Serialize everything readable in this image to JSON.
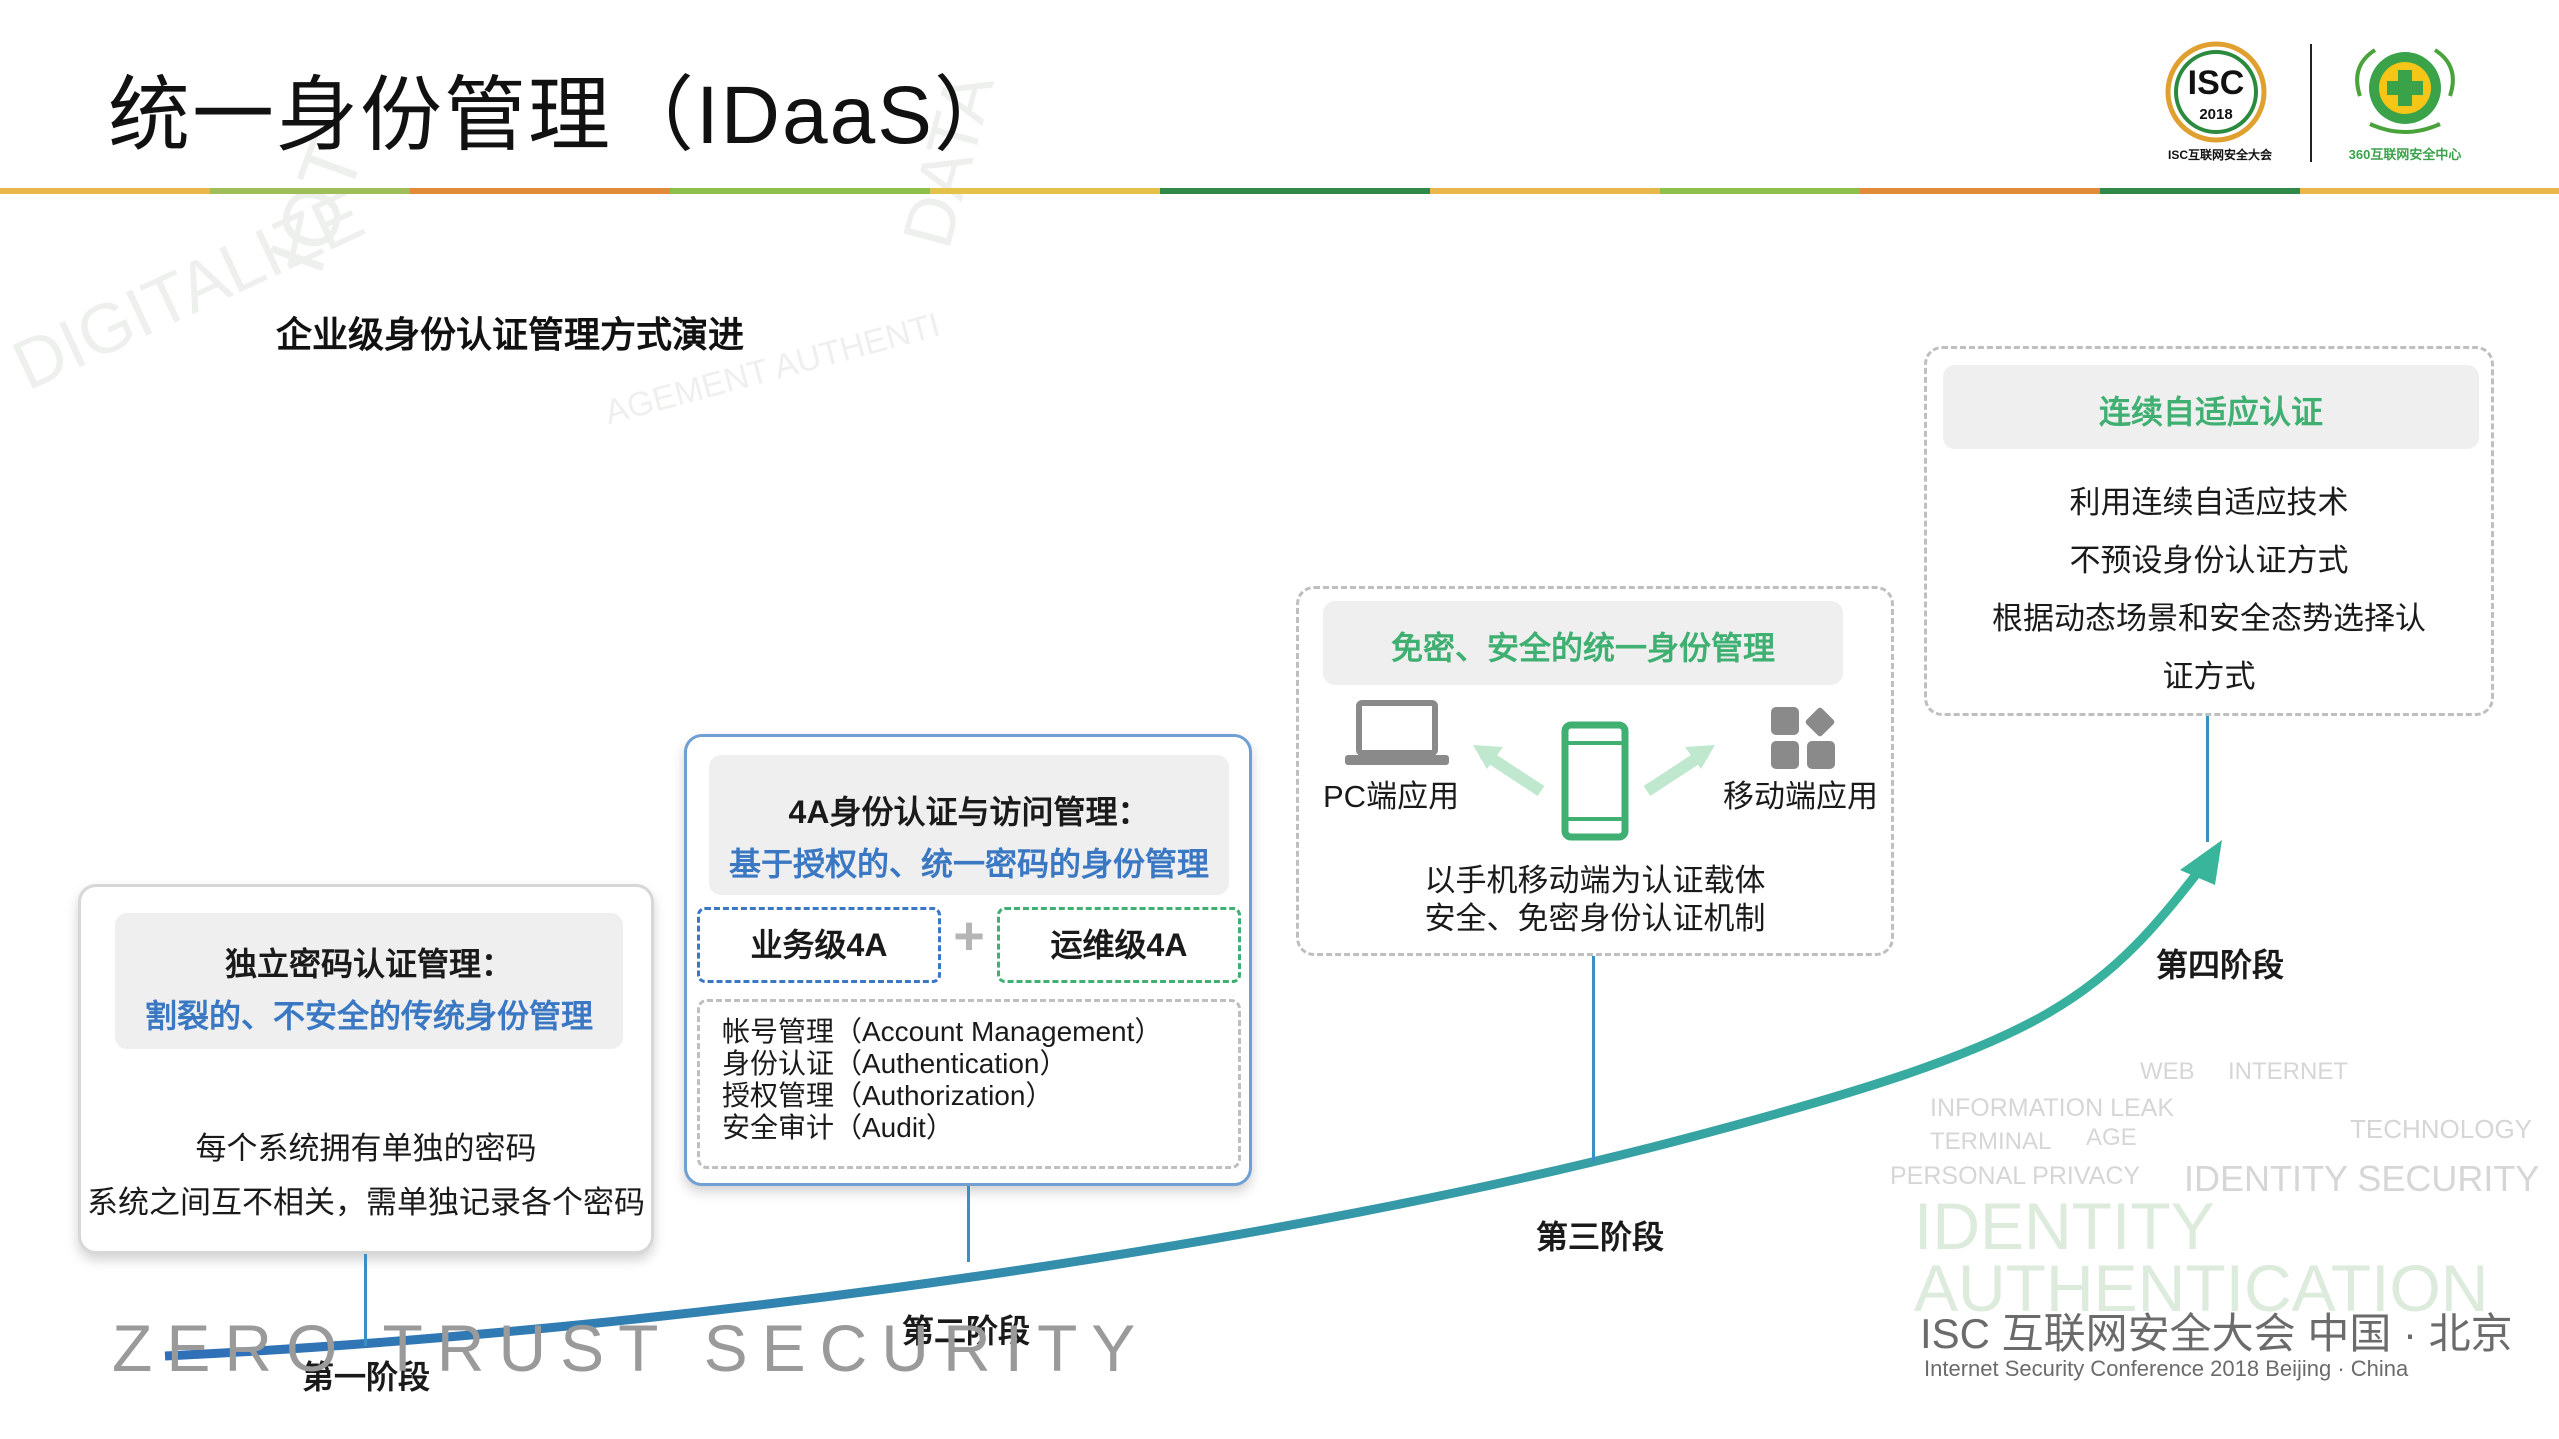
{
  "title": "统一身份管理（IDaaS）",
  "subtitle": "企业级身份认证管理方式演进",
  "logos": {
    "isc_badge": "ISC",
    "isc_year": "2018",
    "isc_caption": "ISC互联网安全大会",
    "center_caption": "360互联网安全中心",
    "isc_icon": "isc-badge-icon",
    "center_icon": "360-shield-icon"
  },
  "colors": {
    "accent_blue": "#3a78c4",
    "accent_green": "#3fb071",
    "curve_start": "#2f6fb8",
    "curve_end": "#39b59c"
  },
  "stage1": {
    "heading": "独立密码认证管理：",
    "subheading": "割裂的、不安全的传统身份管理",
    "lines": [
      "每个系统拥有单独的密码",
      "系统之间互不相关，需单独记录各个密码"
    ],
    "label": "第一阶段"
  },
  "stage2": {
    "heading": "4A身份认证与访问管理：",
    "subheading": "基于授权的、统一密码的身份管理",
    "tag_left": "业务级4A",
    "tag_plus": "+",
    "tag_right": "运维级4A",
    "items": [
      "帐号管理（Account Management）",
      "身份认证（Authentication）",
      "授权管理（Authorization）",
      "安全审计（Audit）"
    ],
    "label": "第二阶段"
  },
  "stage3": {
    "heading": "免密、安全的统一身份管理",
    "pc_label": "PC端应用",
    "mobile_label": "移动端应用",
    "lines": [
      "以手机移动端为认证载体",
      "安全、免密身份认证机制"
    ],
    "label": "第三阶段"
  },
  "stage4": {
    "heading": "连续自适应认证",
    "lines": [
      "利用连续自适应技术",
      "不预设身份认证方式",
      "根据动态场景和安全态势选择认",
      "证方式"
    ],
    "label": "第四阶段"
  },
  "wordcloud": {
    "web": "WEB",
    "internet": "INTERNET",
    "info_leak": "INFORMATION LEAK",
    "terminal": "TERMINAL",
    "age": "AGE",
    "technology": "TECHNOLOGY",
    "privacy": "PERSONAL PRIVACY",
    "id_security": "IDENTITY SECURITY",
    "identity": "IDENTITY",
    "authentication": "AUTHENTICATION"
  },
  "footer": {
    "zero_trust": "ZERO TRUST SECURITY",
    "isc_cn": "ISC 互联网安全大会 中国 · 北京",
    "isc_en": "Internet Security Conference 2018  Beijing · China"
  }
}
